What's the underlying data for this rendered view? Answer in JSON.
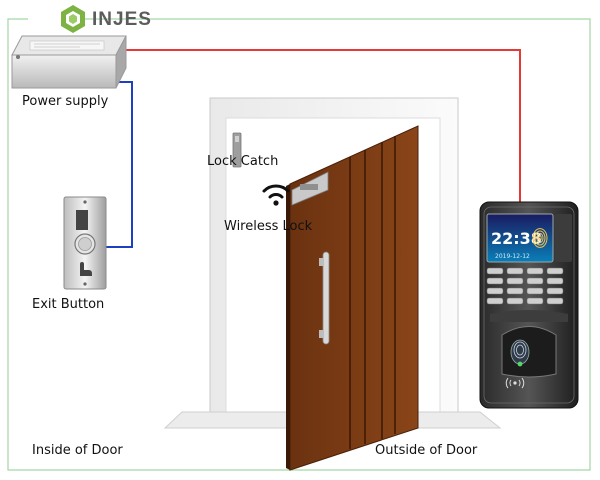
{
  "brand": {
    "name": "INJES",
    "color": "#7cb342"
  },
  "labels": {
    "power_supply": "Power supply",
    "lock_catch": "Lock Catch",
    "wireless_lock": "Wireless Lock",
    "exit_button": "Exit Button",
    "inside": "Inside of Door",
    "outside": "Outside of Door"
  },
  "device": {
    "time": "22:38",
    "date": "2019-12-12"
  },
  "colors": {
    "frame_border": "#a5d6a7",
    "wire_red": "#e53935",
    "wire_blue": "#1e3fbf",
    "door": "#7a3b14"
  }
}
